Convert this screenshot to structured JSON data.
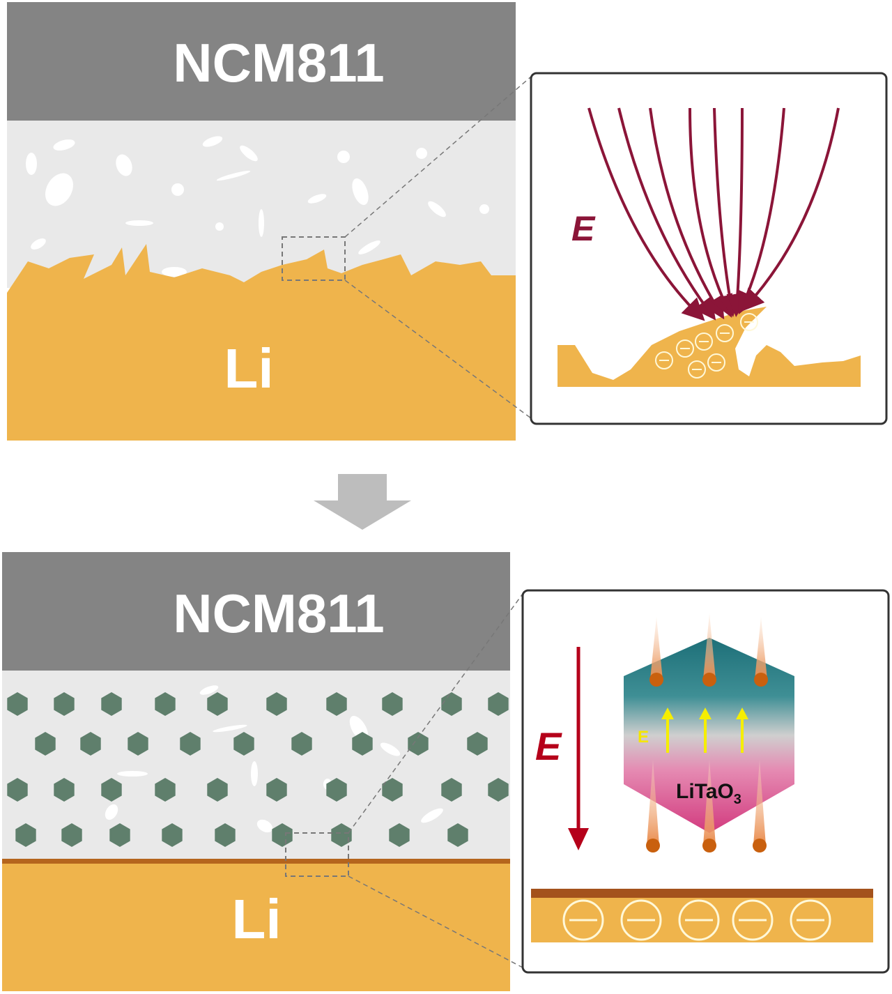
{
  "top_panel": {
    "cathode_label": "NCM811",
    "anode_label": "Li",
    "inset": {
      "field_label": "E"
    }
  },
  "bottom_panel": {
    "cathode_label": "NCM811",
    "anode_label": "Li",
    "inset": {
      "field_label": "E",
      "internal_field_label": "E",
      "particle_label": "LiTaO",
      "particle_label_subscript": "3"
    }
  },
  "colors": {
    "cathode": "#848484",
    "electrolyte": "#e9e9e9",
    "lithium": "#efb44c",
    "field_arrow": "#8b1538",
    "interface": "#b5651d",
    "hexagon": "#5f7f6c"
  }
}
